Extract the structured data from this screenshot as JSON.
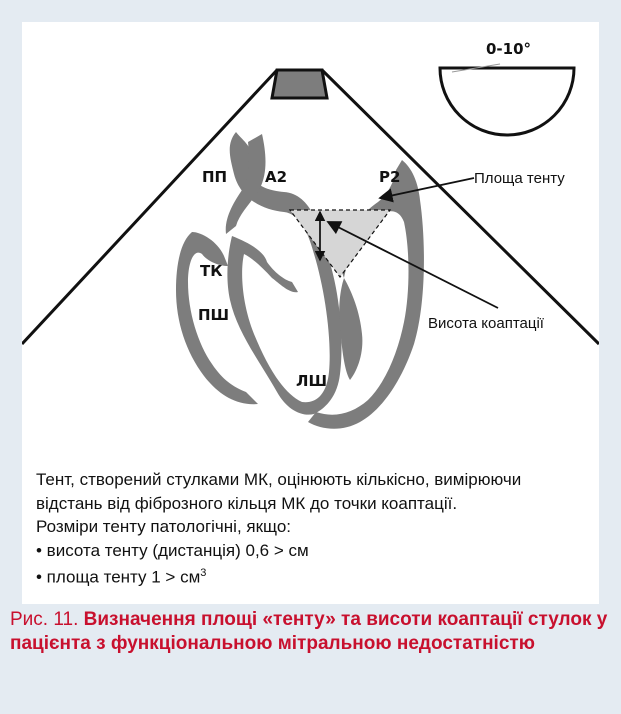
{
  "diagram": {
    "angle_label": "0-10°",
    "labels": {
      "pp": "ПП",
      "a2": "A2",
      "p2": "P2",
      "tk": "ТК",
      "psh": "ПШ",
      "lsh": "ЛШ"
    },
    "callouts": {
      "tent_area": "Площа тенту",
      "coaptation_height": "Висота коаптації"
    }
  },
  "description": {
    "line1": "Тент, створений стулками МК, оцінюють кількісно, вимірюючи відстань від фіброзного кільця МК до точки коаптації.",
    "line2": "Розміри тенту патологічні, якщо:",
    "bullet1": "• висота тенту (дистанція) 0,6 > см",
    "bullet2_text": "• площа тенту 1 > см",
    "bullet2_sup": "3"
  },
  "caption": {
    "number": "Рис. 11.",
    "title": "Визначення площі «тенту» та висоти коаптації стулок у пацієнта з функціональною мітральною недостатністю"
  },
  "colors": {
    "background": "#e4ebf2",
    "panel": "#ffffff",
    "myocardium": "#7d7d7d",
    "tent_fill": "#d6d6d6",
    "caption": "#c8102e"
  }
}
